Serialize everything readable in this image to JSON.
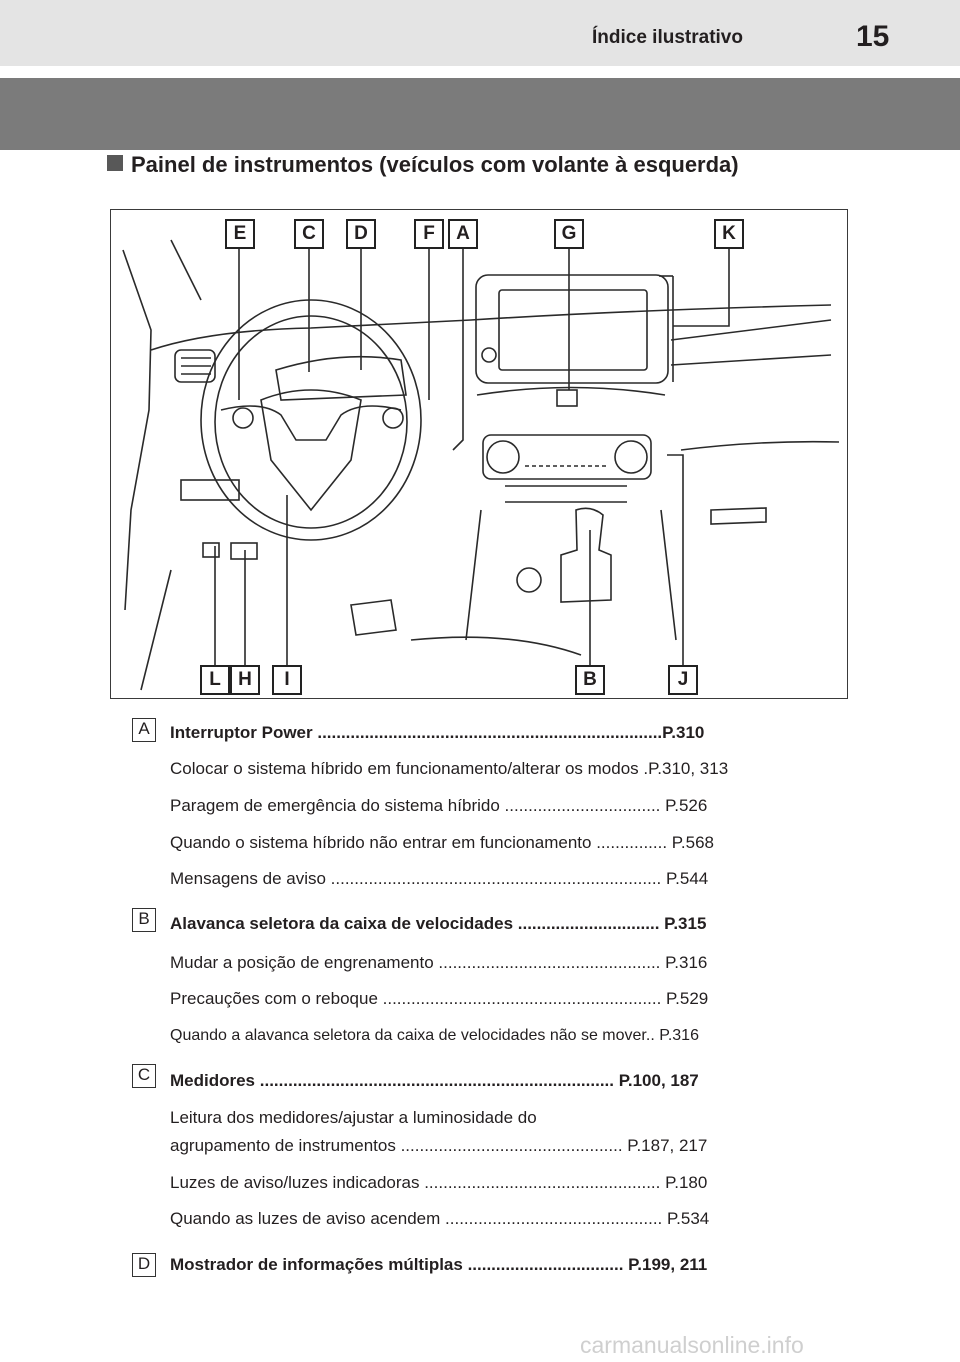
{
  "header": {
    "section_title": "Índice ilustrativo",
    "page_number": "15"
  },
  "panel_heading": "Painel de instrumentos (veículos com volante à esquerda)",
  "figure": {
    "callouts_top": [
      "E",
      "C",
      "D",
      "F",
      "A",
      "G",
      "K"
    ],
    "callouts_bottom": [
      "L",
      "H",
      "I",
      "B",
      "J"
    ]
  },
  "entries": [
    {
      "letter": "A",
      "title": "Interruptor Power",
      "page": "P.310",
      "items": [
        {
          "text": "Colocar o sistema híbrido em funcionamento/alterar os modos",
          "page": "P.310, 313"
        },
        {
          "text": "Paragem de emergência do sistema híbrido",
          "page": "P.526"
        },
        {
          "text": "Quando o sistema híbrido não entrar em funcionamento",
          "page": "P.568"
        },
        {
          "text": "Mensagens de aviso",
          "page": "P.544"
        }
      ]
    },
    {
      "letter": "B",
      "title": "Alavanca seletora da caixa de velocidades",
      "page": "P.315",
      "items": [
        {
          "text": "Mudar a posição de engrenamento",
          "page": "P.316"
        },
        {
          "text": "Precauções com o reboque",
          "page": "P.529"
        },
        {
          "text": "Quando a alavanca seletora da caixa de velocidades não se mover",
          "page": "P.316"
        }
      ]
    },
    {
      "letter": "C",
      "title": "Medidores",
      "page": "P.100, 187",
      "items": [
        {
          "text": "Leitura dos medidores/ajustar a luminosidade do",
          "page": ""
        },
        {
          "text": "agrupamento de instrumentos",
          "page": "P.187, 217"
        },
        {
          "text": "Luzes de aviso/luzes indicadoras",
          "page": "P.180"
        },
        {
          "text": "Quando as luzes de aviso acendem",
          "page": "P.534"
        }
      ]
    },
    {
      "letter": "D",
      "title": "Mostrador de informações múltiplas",
      "page": "P.199, 211",
      "items": []
    }
  ],
  "watermark": "carmanualsonline.info",
  "colors": {
    "header_band": "#e4e4e4",
    "dark_bar": "#7b7b7b",
    "text": "#231f20"
  }
}
